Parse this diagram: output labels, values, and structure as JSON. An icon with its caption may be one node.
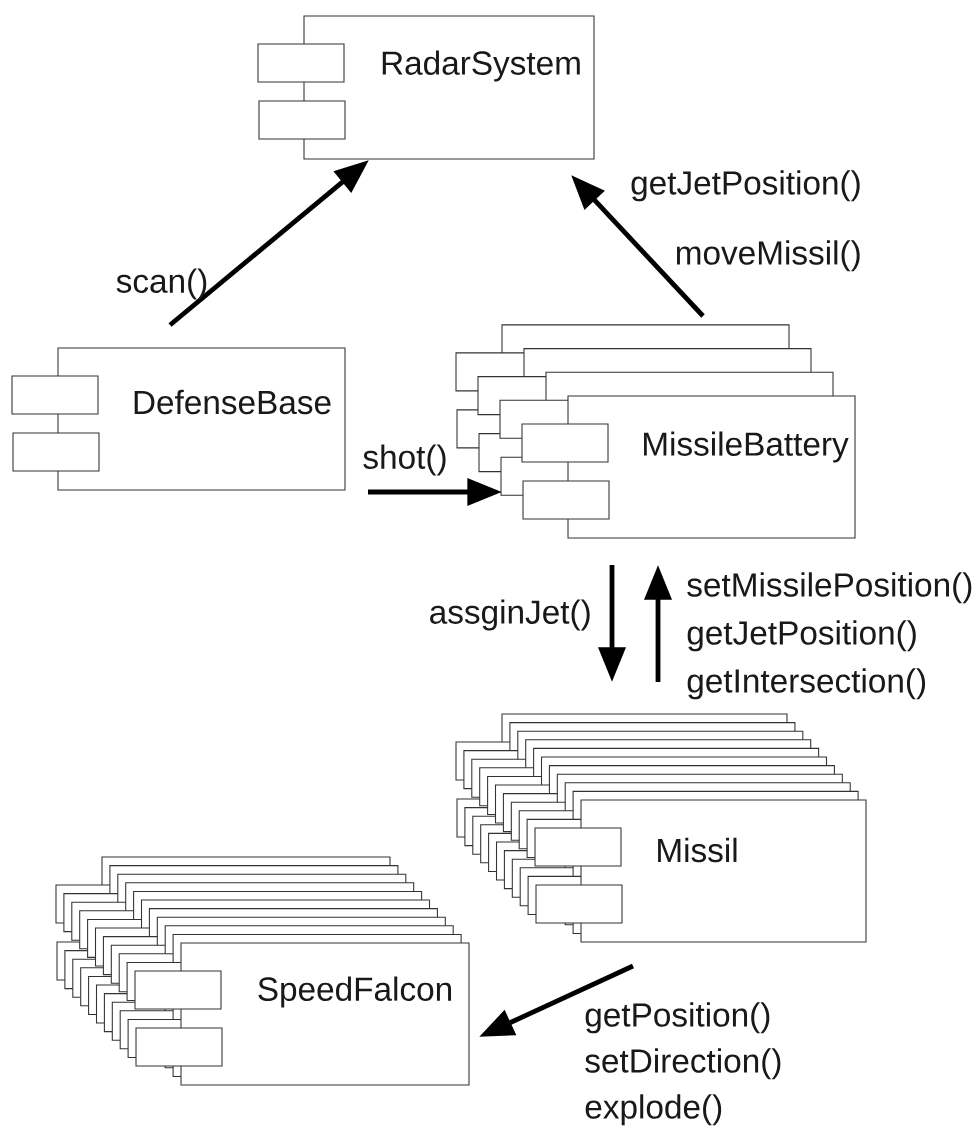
{
  "diagram": {
    "nodes": [
      {
        "text": [
          "RadarSystem"
        ]
      },
      {
        "text": [
          "DefenseBase"
        ]
      },
      {
        "text": [
          "MissileBattery"
        ]
      },
      {
        "text": [
          "Missil"
        ]
      },
      {
        "text": [
          "SpeedFalcon"
        ]
      }
    ],
    "edges": [
      {
        "from": 1,
        "to": 0,
        "arrow": "to",
        "label": "scan()"
      },
      {
        "from": 2,
        "to": 0,
        "arrow": "to",
        "label": "getJetPosition() moveMissil()"
      },
      {
        "from": 1,
        "to": 2,
        "arrow": "to",
        "label": "shot()"
      },
      {
        "from": 2,
        "to": 3,
        "arrow": "to",
        "label": "assginJet()"
      },
      {
        "from": 3,
        "to": 2,
        "arrow": "to",
        "label": "setMissilePosition() getJetPosition() getIntersection()"
      },
      {
        "from": 3,
        "to": 4,
        "arrow": "to",
        "label": "getPosition() setDirection() explode()"
      }
    ]
  }
}
